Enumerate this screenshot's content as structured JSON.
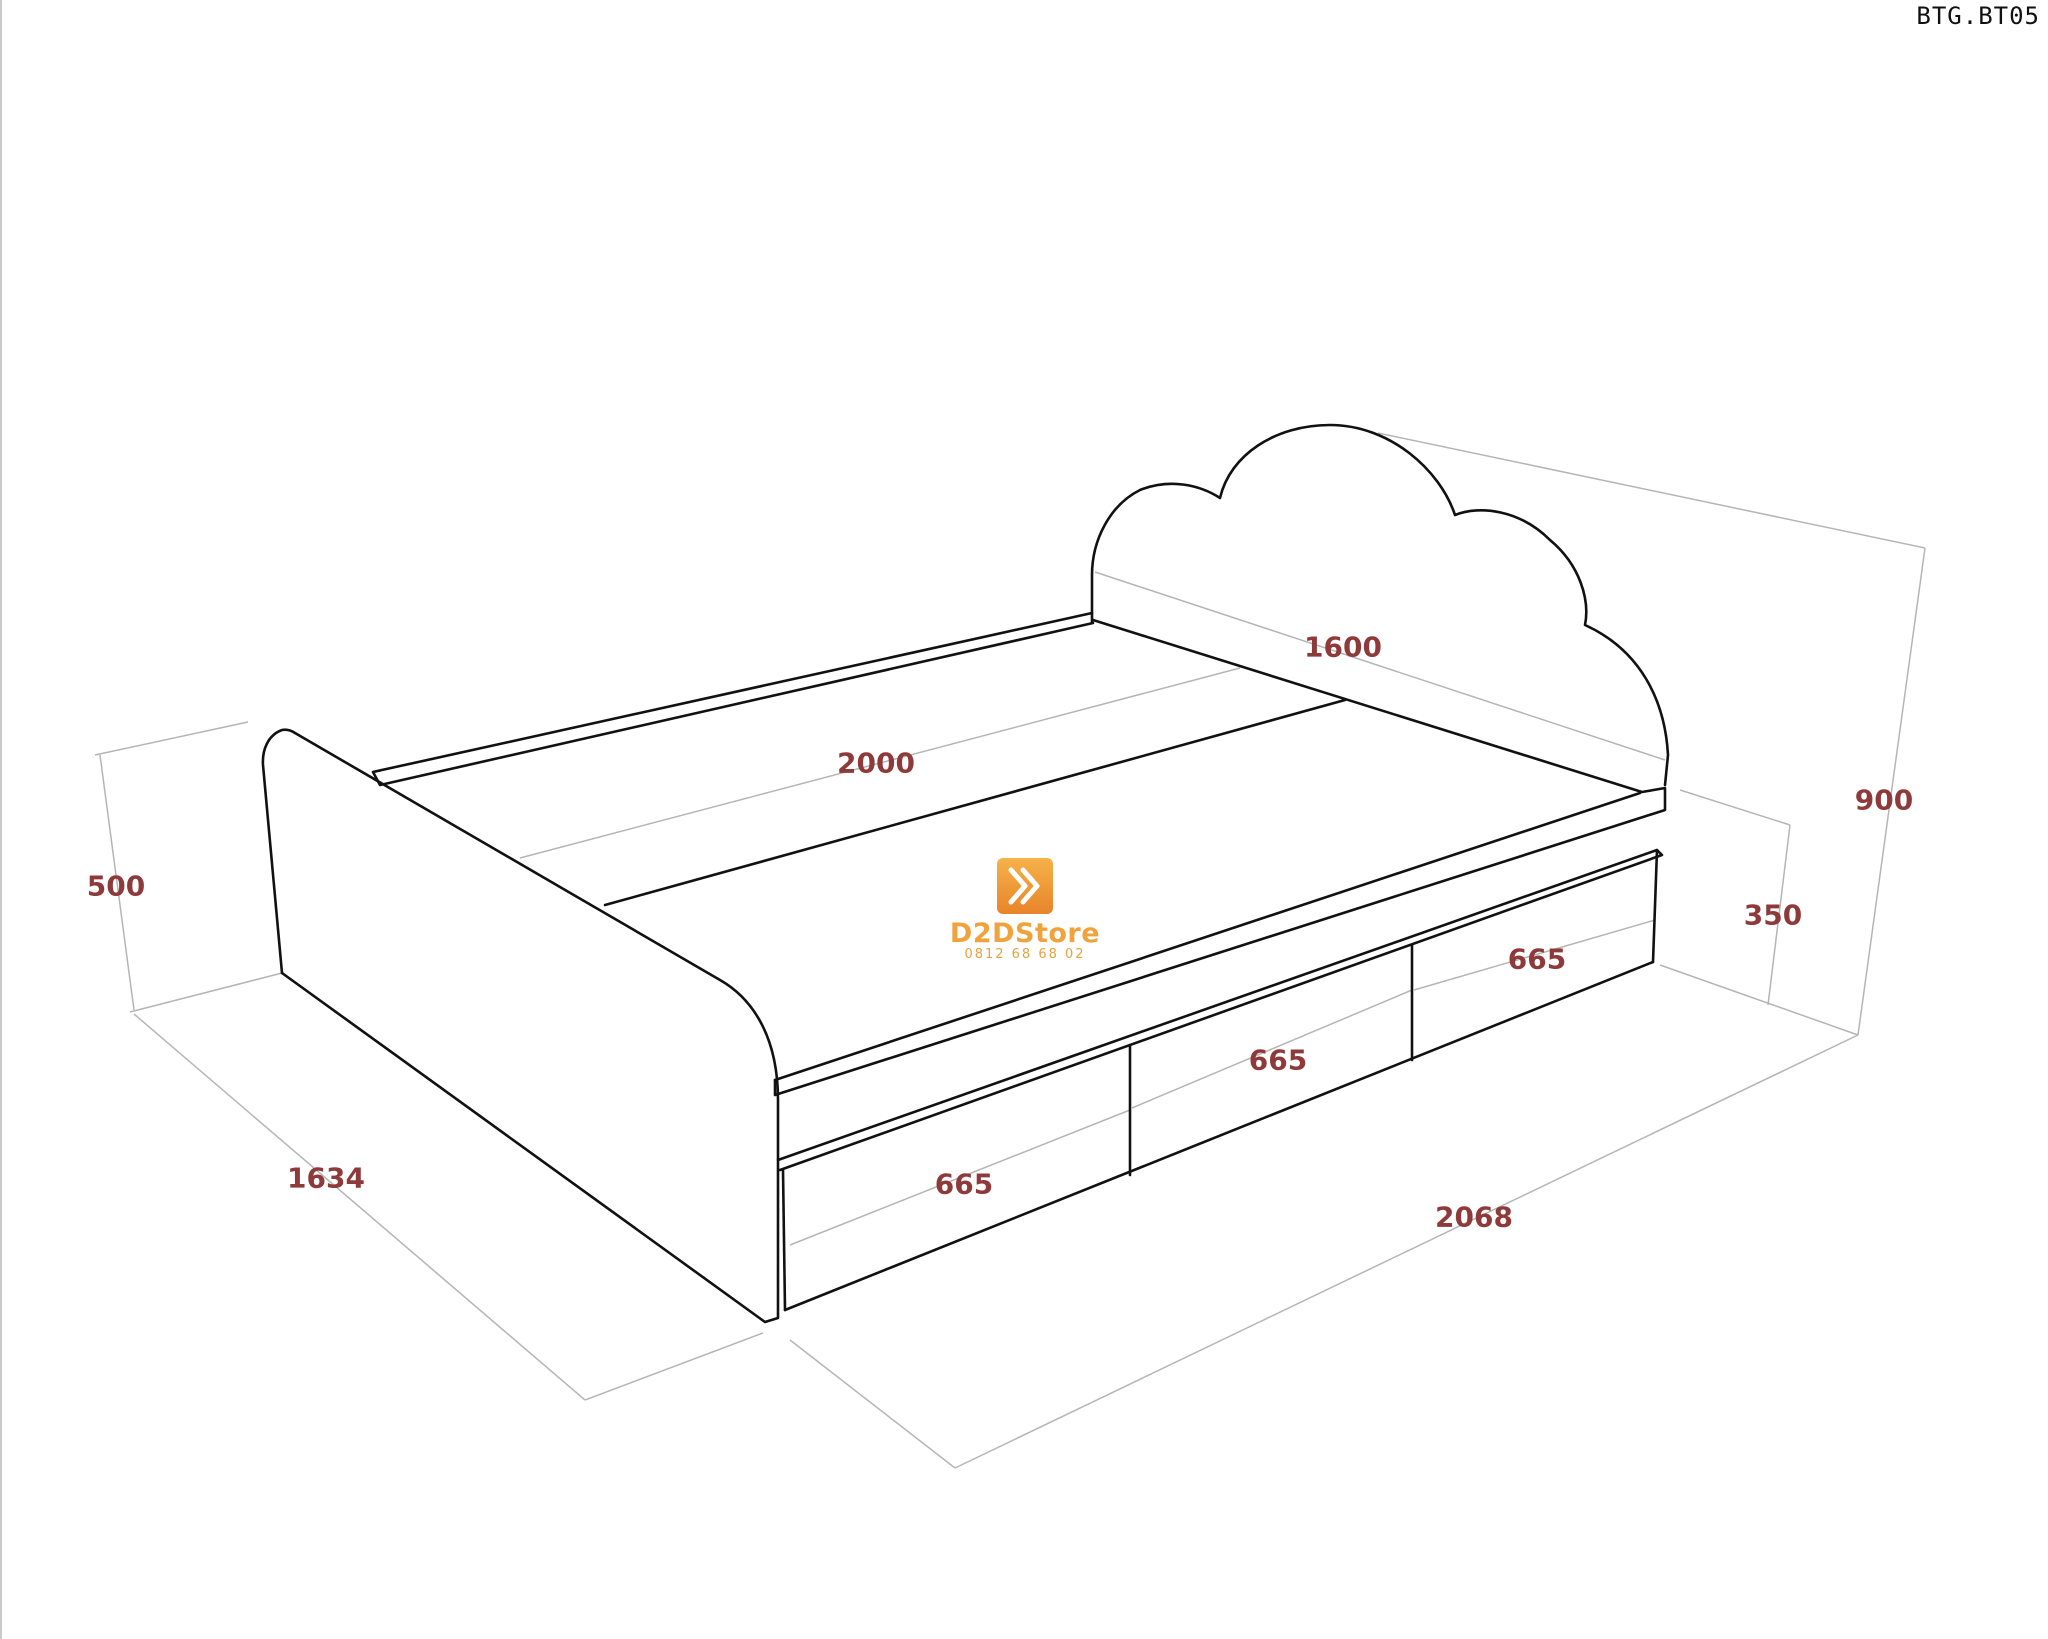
{
  "product_code": "BTG.BT05",
  "dimensions": {
    "headboard_height": "900",
    "headboard_width": "1600",
    "mattress_length": "2000",
    "footboard_height": "500",
    "overall_width": "1634",
    "overall_length": "2068",
    "drawer_height": "350",
    "drawer_1_width": "665",
    "drawer_2_width": "665",
    "drawer_3_width": "665"
  },
  "logo": {
    "name": "D2DStore",
    "phone": "0812 68 68 02",
    "color": "#f0a23c"
  },
  "colors": {
    "outline": "#111111",
    "dimension_line": "#b5b5b5",
    "dimension_text": "#8f3a3a"
  }
}
